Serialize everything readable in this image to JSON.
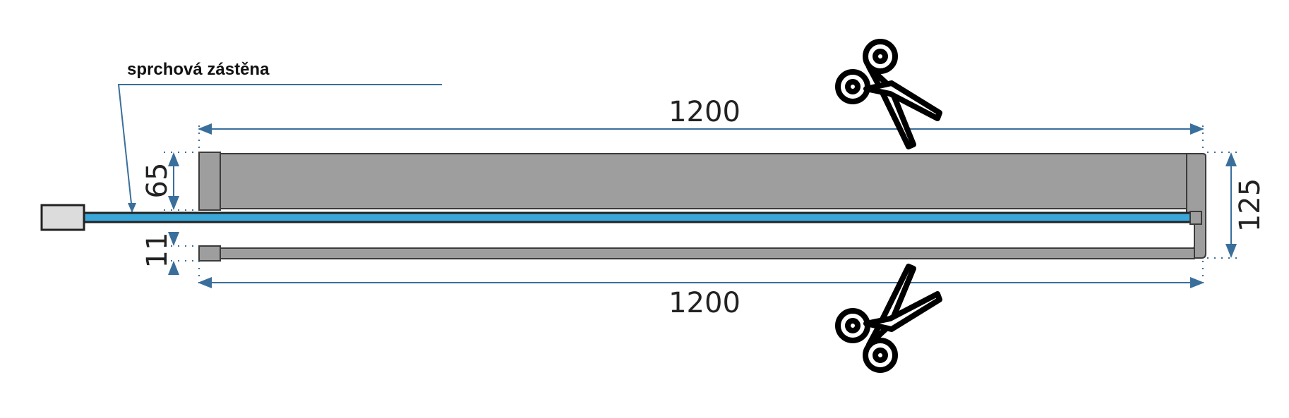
{
  "label": "sprchová zástěna",
  "dimensions": {
    "top_width": "1200",
    "bottom_width": "1200",
    "left_top_height": "65",
    "left_bottom_height": "11",
    "right_height": "125"
  },
  "colors": {
    "dimension_line": "#3a6f9c",
    "profile_fill": "#9d9e9d",
    "profile_edge": "#3b3b3b",
    "glass": "#3aa7d8",
    "glass_edge": "#222222",
    "end_cap_fill": "#dcdcdc",
    "scissors": "#000000"
  },
  "icons": [
    "scissors-icon",
    "scissors-icon"
  ]
}
